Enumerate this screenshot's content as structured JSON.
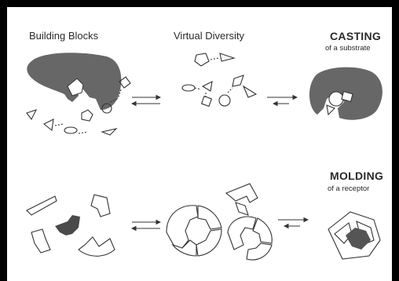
{
  "labels": {
    "building_blocks": "Building Blocks",
    "virtual_diversity": "Virtual Diversity",
    "casting_title": "CASTING",
    "casting_sub": "of a substrate",
    "molding_title": "MOLDING",
    "molding_sub": "of a receptor"
  },
  "colors": {
    "frame": "#000000",
    "fill_dark": "#676767",
    "stroke": "#333333",
    "background": "#ffffff"
  },
  "icons": {
    "arrows": "equilibrium-arrows",
    "shapes": "building-block-fragments"
  }
}
